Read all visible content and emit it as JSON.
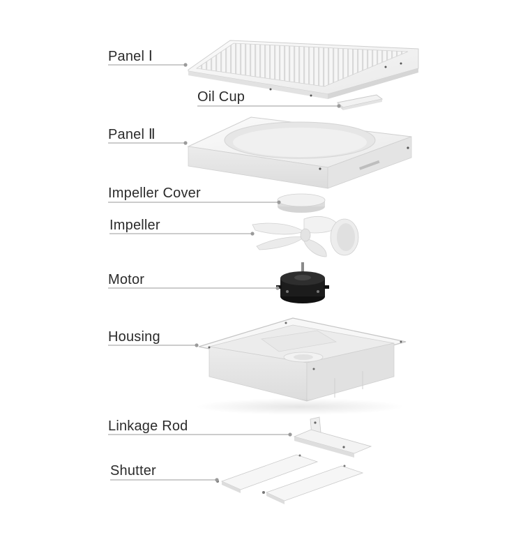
{
  "labels": {
    "panel_1": "Panel Ⅰ",
    "oil_cup": "Oil Cup",
    "panel_2": "Panel Ⅱ",
    "impeller_cover": "Impeller Cover",
    "impeller": "Impeller",
    "motor": "Motor",
    "housing": "Housing",
    "linkage_rod": "Linkage Rod",
    "shutter": "Shutter"
  },
  "colors": {
    "text": "#2b2b2b",
    "leader": "#9a9a9a",
    "part_fill": "#f4f4f4",
    "part_edge": "#c8c8c8",
    "motor": "#1a1a1a"
  }
}
